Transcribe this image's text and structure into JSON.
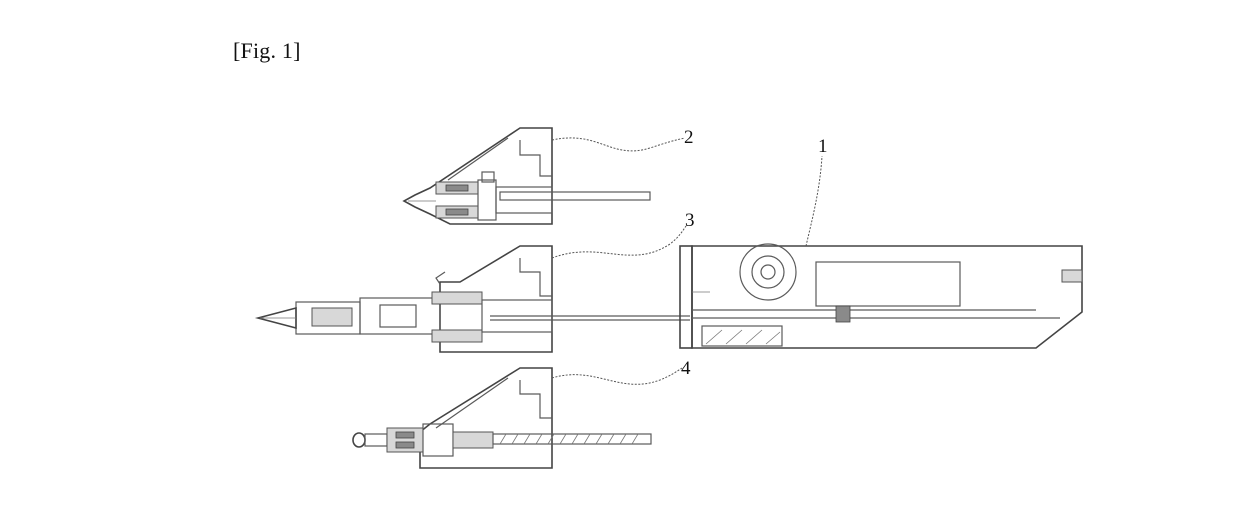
{
  "figure": {
    "label": "[Fig. 1]"
  },
  "reference_numerals": {
    "body": "1",
    "upper_tip": "2",
    "middle_tip": "3",
    "lower_tip": "4"
  }
}
